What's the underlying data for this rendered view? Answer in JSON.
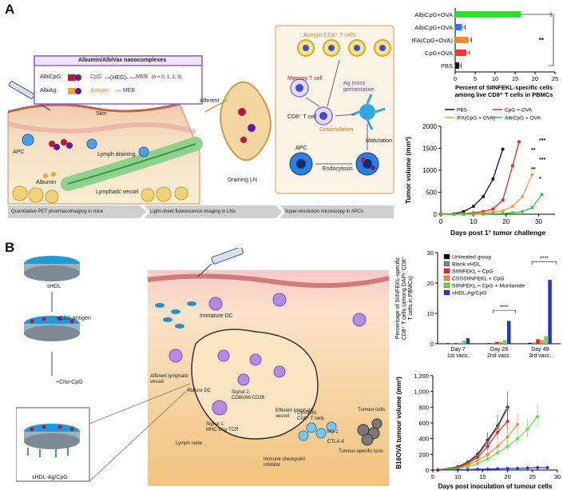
{
  "panel_letters": {
    "a": "A",
    "b": "B"
  },
  "panel_a": {
    "nano_box_title": "Albumin/AlbiVax nanocomplexes",
    "albicpg_label": "AlbiCpG:",
    "albicpg_formula_cpg": "CpG",
    "albicpg_formula_heg": "—(HEG)ₙ —",
    "albicpg_formula_meb": "MEB",
    "albicpg_formula_n": "(n = 0, 1, 2, 3)",
    "albiag_label": "AlbiAg:",
    "albiag_formula_antigen": "Antigen",
    "albiag_formula_meb": "— MEB",
    "skin": "Skin",
    "apc": "APC",
    "lymph_draining": "Lymph draining",
    "albumin": "Albumin",
    "lymphatic_vessel": "Lymphatic vessel",
    "afferent": "Afferent",
    "draining_ln": "Draining LN",
    "anergic_cd8": "Anergic CD8⁺ T cells",
    "memory_t": "Memory T cell",
    "ag_cross": "Ag cross\npresentation",
    "cd8_t_cell": "CD8⁺ T cell",
    "costimulation": "Costimulation",
    "maturation": "Maturation",
    "apc2": "APC",
    "endocytosis": "Endocytosis",
    "flow1": "Quantitative PET pharmacoimaging in mice",
    "flow2": "Light-sheet fluorescence imaging in LNs",
    "flow3": "Super-resolution microscopy in APCs"
  },
  "panel_b": {
    "shdl": "sHDL",
    "css_antigen": "+CSS-antigen",
    "cho_cpg": "+Cho-CpG",
    "shdl_ag_cpg": "sHDL-Ag/CpG",
    "immature_dc": "Immature DC",
    "afferent_lymphatic": "Afferent lymphatic\nvessel",
    "mature_dc": "Mature DC",
    "signal2": "Signal 2:\nCD80/86-CD28",
    "signal1": "Signal 1:\nMHC I/Ag-TCR",
    "efferent_lymphatic": "Efferent lymphatic\nvessel",
    "cytotoxic": "Cytotoxic\nCD8⁺ T cells",
    "lymph_node": "Lymph node",
    "tumour_cells": "Tumour cells",
    "checkpoint": "Immune checkpoint\ninhibitor",
    "tumour_lysis": "Tumour-specific lysis",
    "pd1": "PD-1",
    "ctla4": "CTLA-4"
  },
  "chart_data": [
    {
      "type": "bar",
      "orientation": "horizontal",
      "categories": [
        "AlbiCpG+OVA",
        "AlbiCpG+OVA",
        "IFA(CpG+OVA)",
        "CpG+OVA",
        "PBS"
      ],
      "values": [
        16.5,
        1.7,
        3.3,
        2.8,
        1.0
      ],
      "errors": [
        7.5,
        0.8,
        0.8,
        0.8,
        0.5
      ],
      "colors": [
        "#33dd33",
        "#3377ff",
        "#ff8833",
        "#ff3333",
        "#111111"
      ],
      "xlabel": "Percent of SIINFEKL-specific cells\namong live CD8⁺ T cells in PBMCs",
      "xticks": [
        0,
        5,
        10,
        15,
        20,
        25
      ],
      "xlim": [
        0,
        25
      ],
      "significance": "**"
    },
    {
      "type": "line",
      "title": "",
      "xlabel": "Days post 1° tumor challenge",
      "ylabel": "Tumor volume (mm³)",
      "xticks": [
        0,
        10,
        20,
        30
      ],
      "yticks": [
        0,
        500,
        1000,
        1500,
        2000
      ],
      "xlim": [
        0,
        35
      ],
      "ylim": [
        0,
        2000
      ],
      "series": [
        {
          "name": "PBS",
          "color": "#111111",
          "x": [
            0,
            4,
            7,
            10,
            13,
            16,
            19
          ],
          "y": [
            0,
            10,
            60,
            180,
            400,
            800,
            1480
          ]
        },
        {
          "name": "CpG + OVA",
          "color": "#ee2222",
          "x": [
            0,
            4,
            7,
            10,
            13,
            16,
            19,
            22,
            24
          ],
          "y": [
            0,
            0,
            10,
            30,
            60,
            120,
            320,
            1100,
            1650
          ]
        },
        {
          "name": "IFA(CpG + OVA)",
          "color": "#ff9933",
          "x": [
            0,
            4,
            7,
            10,
            13,
            16,
            19,
            22,
            25,
            28
          ],
          "y": [
            0,
            0,
            0,
            10,
            20,
            40,
            80,
            180,
            400,
            900
          ]
        },
        {
          "name": "AlbiCpG + OVA",
          "color": "#33cc33",
          "x": [
            0,
            4,
            7,
            10,
            13,
            16,
            19,
            22,
            25,
            28,
            31
          ],
          "y": [
            0,
            0,
            0,
            0,
            5,
            10,
            15,
            30,
            60,
            150,
            450
          ]
        }
      ],
      "significance": [
        "***",
        "**",
        "***",
        "**",
        "*"
      ]
    },
    {
      "type": "bar",
      "ylabel": "Percentage of SIINFEKL-specific\nCD8⁺ T cells (among DAPI⁻CD8⁺\nT cells in PBMCs)",
      "categories": [
        "Day 7\n1st vacc.",
        "Day 28\n2nd vacc.",
        "Day 49\n3rd vacc."
      ],
      "yticks": [
        0,
        10,
        20,
        30
      ],
      "ylim": [
        0,
        30
      ],
      "series": [
        {
          "name": "Untreated group",
          "color": "#111111",
          "values": [
            0.2,
            0.2,
            0.3
          ]
        },
        {
          "name": "Blank sHDL",
          "color": "#888888",
          "values": [
            0.2,
            0.3,
            0.4
          ]
        },
        {
          "name": "SIINFEKL + CpG",
          "color": "#ee2222",
          "values": [
            0.3,
            0.6,
            1.5
          ]
        },
        {
          "name": "CSSSIINFEKL + CpG",
          "color": "#ff8833",
          "values": [
            0.3,
            0.6,
            1.2
          ]
        },
        {
          "name": "SIINFEKL + CpG + Montanide",
          "color": "#66dd44",
          "values": [
            1.0,
            1.2,
            2.5
          ]
        },
        {
          "name": "sHDL-Ag/CpG",
          "color": "#2233dd",
          "values": [
            1.8,
            7.5,
            21
          ]
        }
      ],
      "significance": [
        "****",
        "****"
      ]
    },
    {
      "type": "line",
      "xlabel": "Days post inoculation of tumour cells",
      "ylabel": "B16OVA tumour volume (mm³)",
      "xticks": [
        5,
        10,
        15,
        20,
        25,
        30
      ],
      "yticks": [
        0,
        200,
        400,
        600,
        800,
        1000,
        1200
      ],
      "xlim": [
        5,
        30
      ],
      "ylim": [
        0,
        1200
      ],
      "series": [
        {
          "name": "Untreated group",
          "color": "#111111",
          "x": [
            6,
            10,
            12,
            14,
            16,
            18,
            20
          ],
          "y": [
            0,
            40,
            100,
            200,
            380,
            560,
            800
          ]
        },
        {
          "name": "Blank sHDL",
          "color": "#888888",
          "x": [
            6,
            10,
            12,
            14,
            16,
            18,
            20
          ],
          "y": [
            0,
            30,
            90,
            180,
            350,
            540,
            780
          ]
        },
        {
          "name": "SIINFEKL + CpG",
          "color": "#ee2222",
          "x": [
            6,
            10,
            12,
            14,
            16,
            18,
            20
          ],
          "y": [
            0,
            30,
            80,
            160,
            300,
            480,
            620
          ]
        },
        {
          "name": "CSSSIINFEKL + CpG",
          "color": "#ff8833",
          "x": [
            6,
            10,
            12,
            14,
            16,
            18,
            20,
            22
          ],
          "y": [
            0,
            20,
            60,
            120,
            200,
            300,
            420,
            580
          ]
        },
        {
          "name": "SIINFEKL + CpG + Montanide",
          "color": "#66dd44",
          "x": [
            6,
            10,
            12,
            14,
            16,
            18,
            20,
            22,
            24,
            26
          ],
          "y": [
            0,
            20,
            40,
            80,
            140,
            220,
            300,
            400,
            520,
            680
          ]
        },
        {
          "name": "sHDL-Ag/CpG",
          "color": "#2233dd",
          "x": [
            6,
            10,
            12,
            14,
            16,
            18,
            20,
            22,
            24,
            26,
            28
          ],
          "y": [
            0,
            5,
            5,
            10,
            10,
            15,
            20,
            20,
            25,
            30,
            30
          ]
        }
      ]
    }
  ]
}
